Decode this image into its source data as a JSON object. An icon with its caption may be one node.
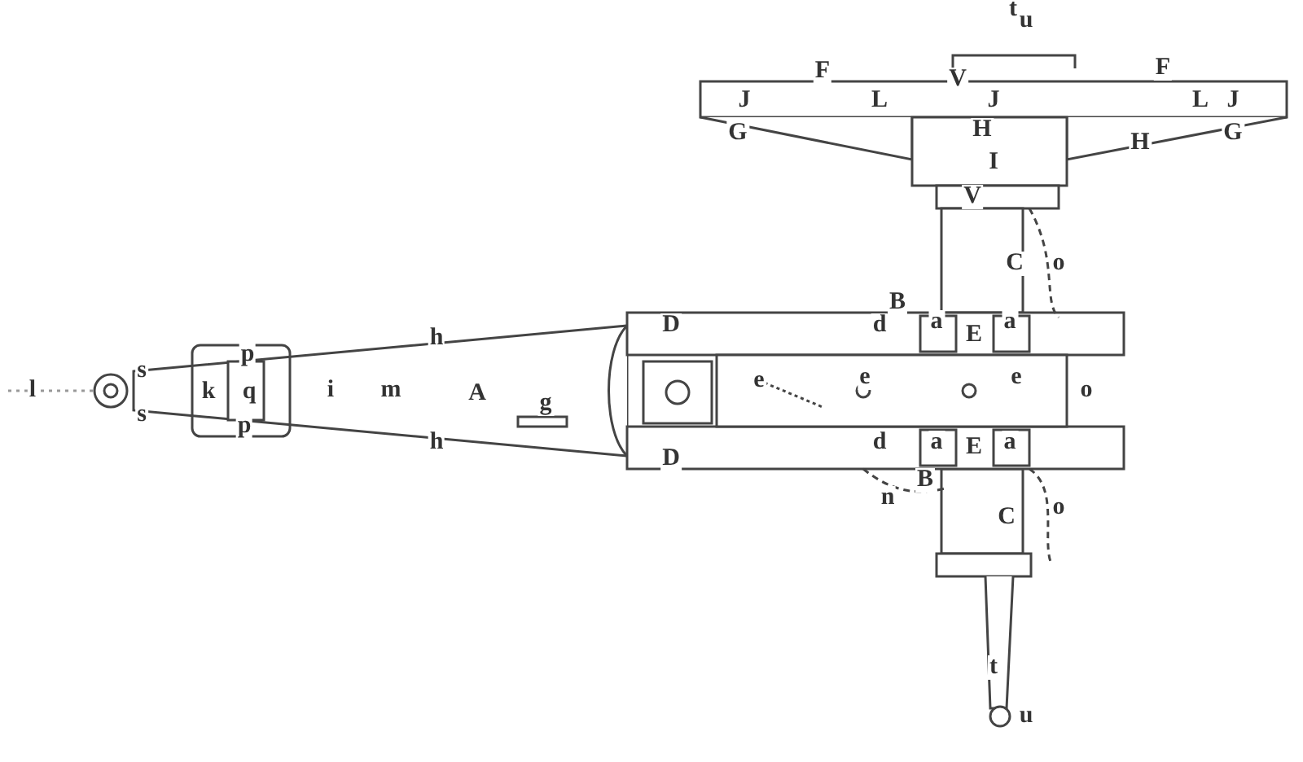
{
  "diagram": {
    "labels": [
      "t",
      "u",
      "F",
      "V",
      "F",
      "J",
      "L",
      "J",
      "L",
      "J",
      "G",
      "H",
      "H",
      "G",
      "I",
      "V",
      "C",
      "o",
      "B",
      "D",
      "d",
      "a",
      "E",
      "a",
      "h",
      "s",
      "p",
      "l",
      "k",
      "q",
      "i",
      "m",
      "A",
      "e",
      "e",
      "e",
      "o",
      "g",
      "s",
      "p",
      "D",
      "d",
      "a",
      "E",
      "a",
      "h",
      "B",
      "n",
      "o",
      "C",
      "t",
      "u"
    ]
  }
}
